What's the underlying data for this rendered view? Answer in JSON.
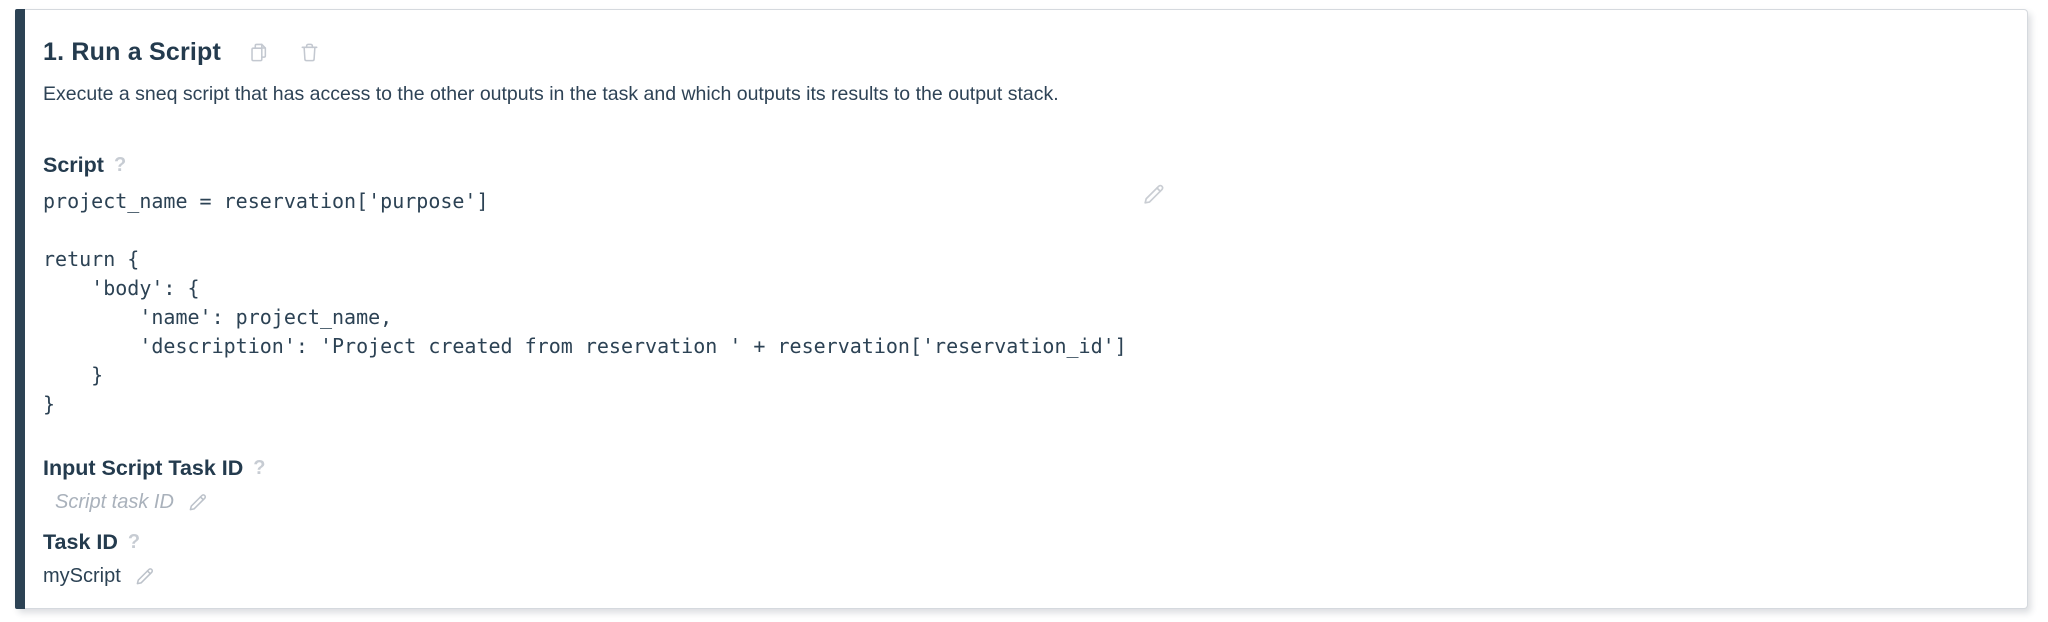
{
  "card": {
    "title": "1. Run a Script",
    "description": "Execute a sneq script that has access to the other outputs in the task and which outputs its results to the output stack.",
    "help_glyph": "?",
    "fields": {
      "script": {
        "label": "Script",
        "code": "project_name = reservation['purpose']\n\nreturn {\n    'body': {\n        'name': project_name,\n        'description': 'Project created from reservation ' + reservation['reservation_id']\n    }\n}"
      },
      "input_script_task_id": {
        "label": "Input Script Task ID",
        "placeholder": "Script task ID"
      },
      "task_id": {
        "label": "Task ID",
        "value": "myScript"
      }
    },
    "icons": {
      "copy": "copy-icon",
      "delete": "trash-icon",
      "edit": "pencil-icon"
    },
    "colors": {
      "accent_bar": "#2c4254",
      "heading_text": "#243b4e",
      "body_text": "#2e4356",
      "muted_icon": "#c3c8d0",
      "placeholder_text": "#a9b1bb",
      "card_border": "#d5d9de"
    }
  }
}
